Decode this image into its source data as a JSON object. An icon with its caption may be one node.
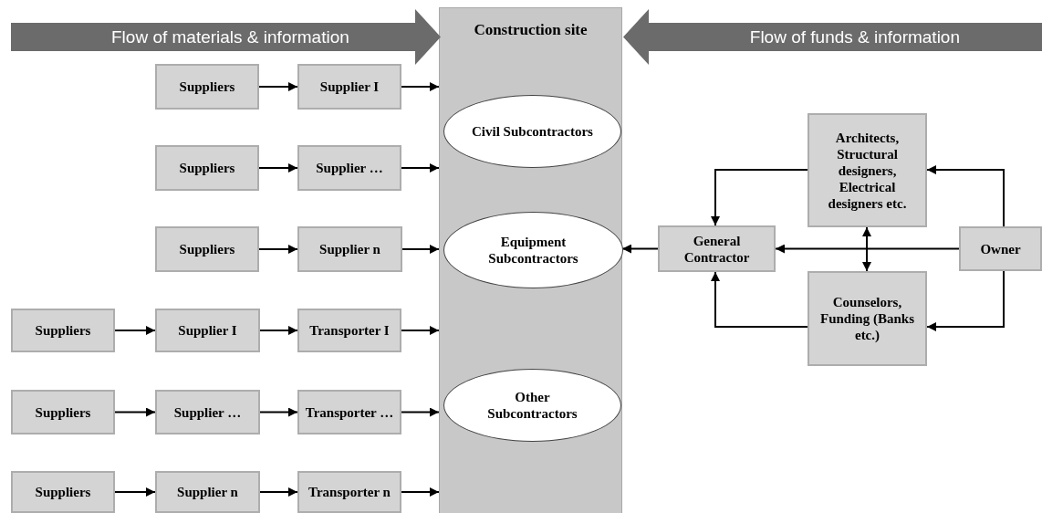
{
  "diagram": {
    "nodes": [
      {
        "text": [
          "Flow of materials & information"
        ]
      },
      {
        "text": [
          "Construction site"
        ]
      },
      {
        "text": [
          "Civil Subcontractors"
        ],
        "in": 1
      },
      {
        "text": [
          "Equipment Subcontractors"
        ],
        "in": 1
      },
      {
        "text": [
          "Other Subcontractors"
        ],
        "in": 1
      },
      {
        "text": [
          "Flow of funds & information"
        ]
      },
      {
        "text": [
          "Suppliers"
        ]
      },
      {
        "text": [
          "Supplier I"
        ]
      },
      {
        "text": [
          "Suppliers"
        ]
      },
      {
        "text": [
          "Supplier …"
        ]
      },
      {
        "text": [
          "Suppliers"
        ]
      },
      {
        "text": [
          "Supplier n"
        ]
      },
      {
        "text": [
          "Suppliers"
        ]
      },
      {
        "text": [
          "Supplier I"
        ]
      },
      {
        "text": [
          "Transporter I"
        ]
      },
      {
        "text": [
          "Suppliers"
        ]
      },
      {
        "text": [
          "Supplier …"
        ]
      },
      {
        "text": [
          "Transporter …"
        ]
      },
      {
        "text": [
          "Suppliers"
        ]
      },
      {
        "text": [
          "Supplier n"
        ]
      },
      {
        "text": [
          "Transporter n"
        ]
      },
      {
        "text": [
          "Architects, Structural designers, Electrical designers etc."
        ]
      },
      {
        "text": [
          "General Contractor"
        ]
      },
      {
        "text": [
          "Owner"
        ]
      },
      {
        "text": [
          "Counselors, Funding (Banks etc.)"
        ]
      }
    ],
    "edges": [
      {
        "from": 6,
        "to": 7,
        "arrow": "to"
      },
      {
        "from": 7,
        "to": 1,
        "arrow": "to"
      },
      {
        "from": 8,
        "to": 9,
        "arrow": "to"
      },
      {
        "from": 9,
        "to": 1,
        "arrow": "to"
      },
      {
        "from": 10,
        "to": 11,
        "arrow": "to"
      },
      {
        "from": 11,
        "to": 1,
        "arrow": "to"
      },
      {
        "from": 12,
        "to": 13,
        "arrow": "to"
      },
      {
        "from": 13,
        "to": 14,
        "arrow": "to"
      },
      {
        "from": 14,
        "to": 1,
        "arrow": "to"
      },
      {
        "from": 15,
        "to": 16,
        "arrow": "to"
      },
      {
        "from": 16,
        "to": 17,
        "arrow": "to"
      },
      {
        "from": 17,
        "to": 1,
        "arrow": "to"
      },
      {
        "from": 18,
        "to": 19,
        "arrow": "to"
      },
      {
        "from": 19,
        "to": 20,
        "arrow": "to"
      },
      {
        "from": 20,
        "to": 1,
        "arrow": "to"
      },
      {
        "from": 23,
        "to": 21,
        "arrow": "to"
      },
      {
        "from": 23,
        "to": 24,
        "arrow": "to"
      },
      {
        "from": 23,
        "to": 22,
        "arrow": "to"
      },
      {
        "from": 21,
        "to": 22,
        "arrow": "to"
      },
      {
        "from": 24,
        "to": 22,
        "arrow": "to"
      },
      {
        "from": 21,
        "to": 24,
        "arrow": "both"
      },
      {
        "from": 22,
        "to": 1,
        "arrow": "to"
      }
    ]
  }
}
